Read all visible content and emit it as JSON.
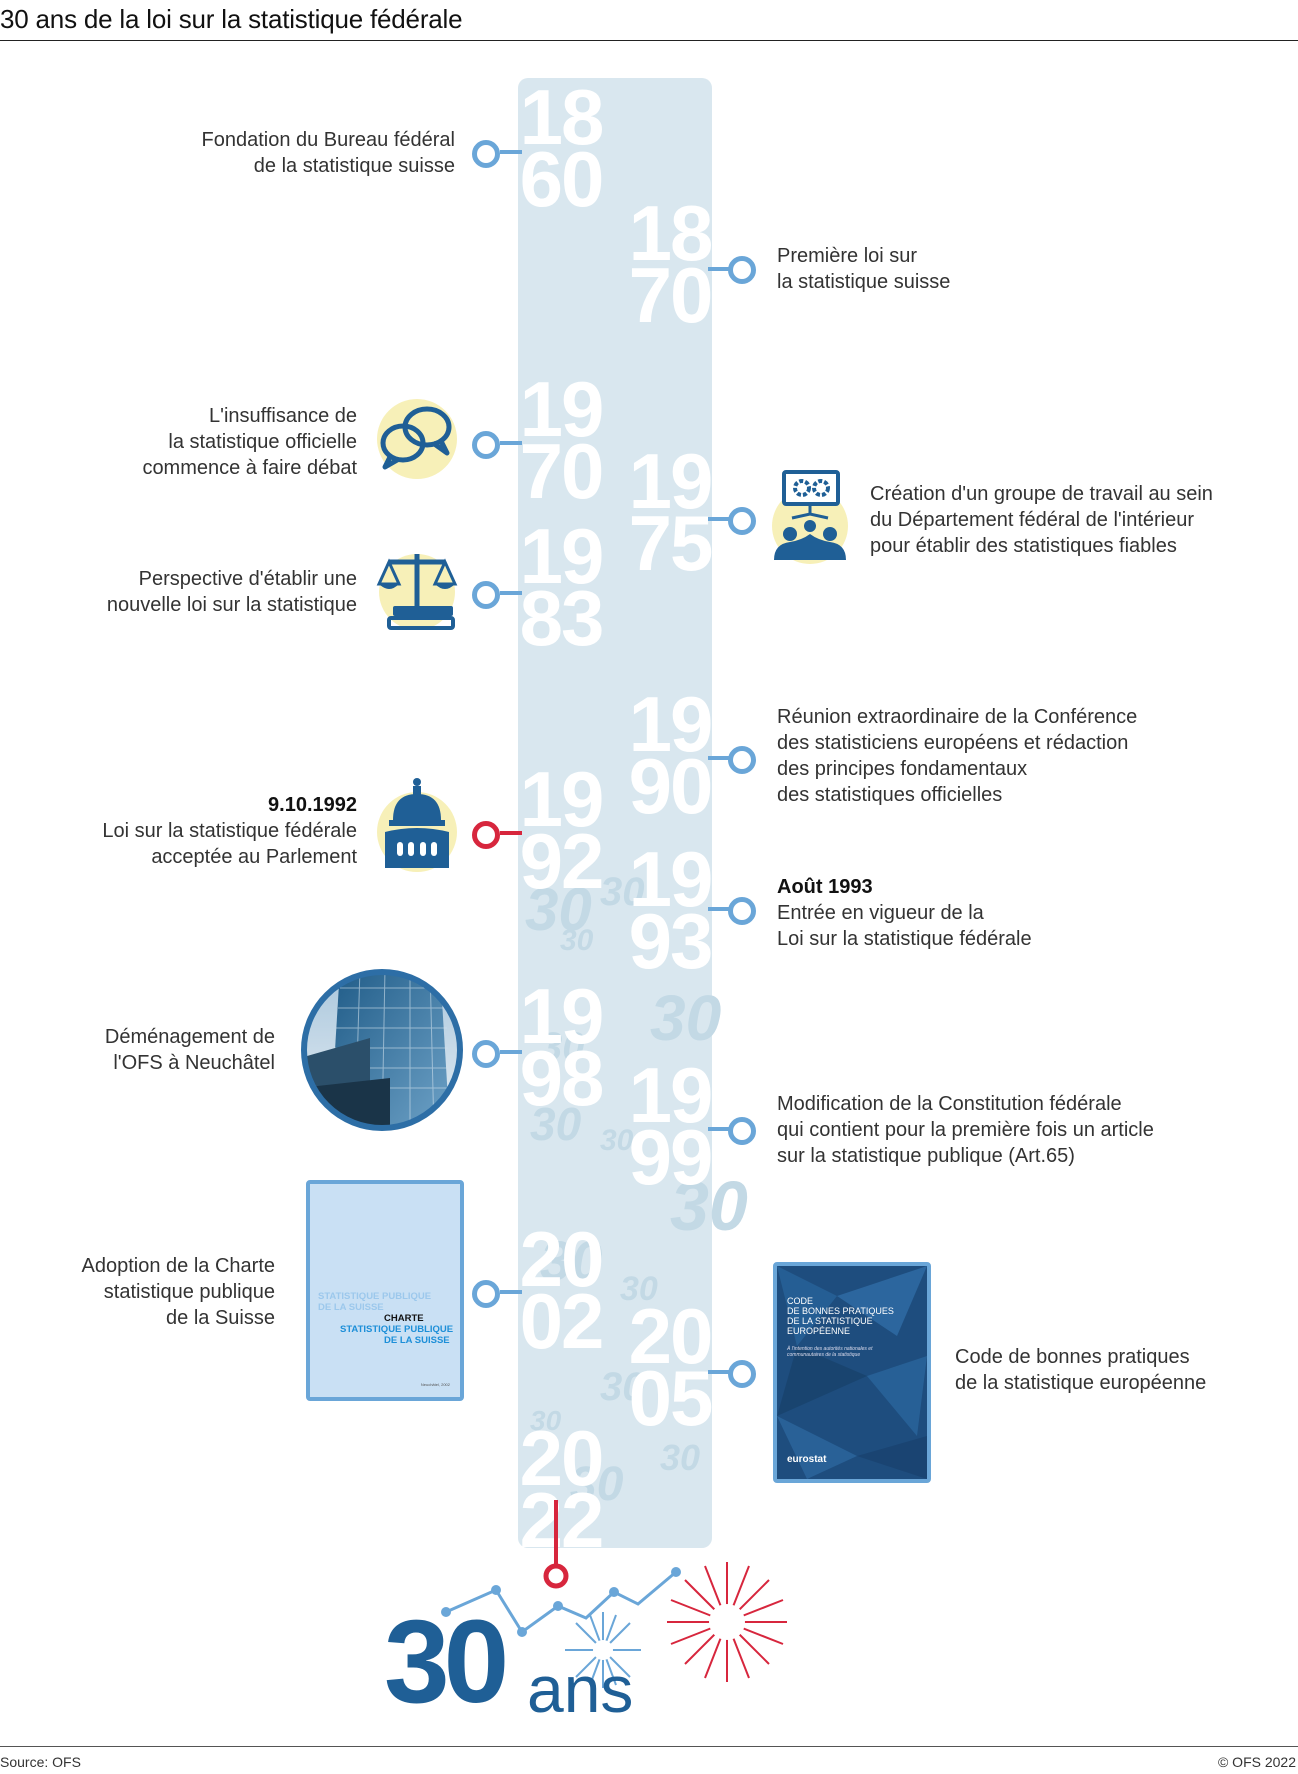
{
  "title": "30 ans de la loi sur la statistique fédérale",
  "footer": {
    "source": "Source: OFS",
    "copyright": "© OFS 2022"
  },
  "colors": {
    "timeline_band": "#d9e7ef",
    "node": "#6aa6d8",
    "node_highlight": "#d7263d",
    "icon_blue": "#1f5f96",
    "icon_bg": "#f7f0b8"
  },
  "years": [
    {
      "top": "18",
      "bottom": "60"
    },
    {
      "top": "18",
      "bottom": "70"
    },
    {
      "top": "19",
      "bottom": "70"
    },
    {
      "top": "19",
      "bottom": "75"
    },
    {
      "top": "19",
      "bottom": "83"
    },
    {
      "top": "19",
      "bottom": "90"
    },
    {
      "top": "19",
      "bottom": "92"
    },
    {
      "top": "19",
      "bottom": "93"
    },
    {
      "top": "19",
      "bottom": "98"
    },
    {
      "top": "19",
      "bottom": "99"
    },
    {
      "top": "20",
      "bottom": "02"
    },
    {
      "top": "20",
      "bottom": "05"
    },
    {
      "top": "20",
      "bottom": "22"
    }
  ],
  "events": [
    {
      "lines": [
        "Fondation du Bureau fédéral",
        "de la statistique suisse"
      ]
    },
    {
      "lines": [
        "Première loi sur",
        "la statistique suisse"
      ]
    },
    {
      "lines": [
        "L'insuffisance de",
        "la statistique officielle",
        "commence à faire débat"
      ],
      "icon": "speech-bubbles-icon"
    },
    {
      "lines": [
        "Création d'un groupe de travail au sein",
        "du Département fédéral de l'intérieur",
        "pour établir des statistiques fiables"
      ],
      "icon": "working-group-icon"
    },
    {
      "lines": [
        "Perspective d'établir une",
        "nouvelle loi sur la statistique"
      ],
      "icon": "law-scales-icon"
    },
    {
      "lines": [
        "Réunion extraordinaire de la Conférence",
        "des statisticiens européens et rédaction",
        "des principes fondamentaux",
        "des statistiques officielles"
      ]
    },
    {
      "date": "9.10.1992",
      "lines": [
        "Loi sur la statistique fédérale",
        "acceptée au Parlement"
      ],
      "icon": "parliament-dome-icon"
    },
    {
      "date": "Août 1993",
      "lines": [
        "Entrée en vigueur de la",
        "Loi sur la statistique fédérale"
      ]
    },
    {
      "lines": [
        "Déménagement de",
        "l'OFS à Neuchâtel"
      ]
    },
    {
      "lines": [
        "Modification de la Constitution fédérale",
        "qui contient pour la première fois un article",
        "sur la statistique publique (Art.65)"
      ]
    },
    {
      "lines": [
        "Adoption de la Charte",
        "statistique publique",
        "de la Suisse"
      ]
    },
    {
      "lines": [
        "Code de bonnes pratiques",
        "de la statistique européenne"
      ]
    }
  ],
  "charter_cover": {
    "lines": [
      "STATISTIQUE PUBLIQUE",
      "DE LA SUISSE",
      "STATISTIQUE PUBLIQUE",
      "DE LA SUISSE"
    ],
    "word": "CHARTE",
    "footer": "Neuchâtel, 2002"
  },
  "eu_cover": {
    "lines": [
      "CODE",
      "DE BONNES PRATIQUES",
      "DE LA STATISTIQUE",
      "EUROPÉENNE"
    ],
    "sub": "À l'intention des autorités nationales et communautaires de la statistique",
    "brand": "eurostat"
  },
  "anniversary": {
    "number": "30",
    "word": "ans"
  }
}
